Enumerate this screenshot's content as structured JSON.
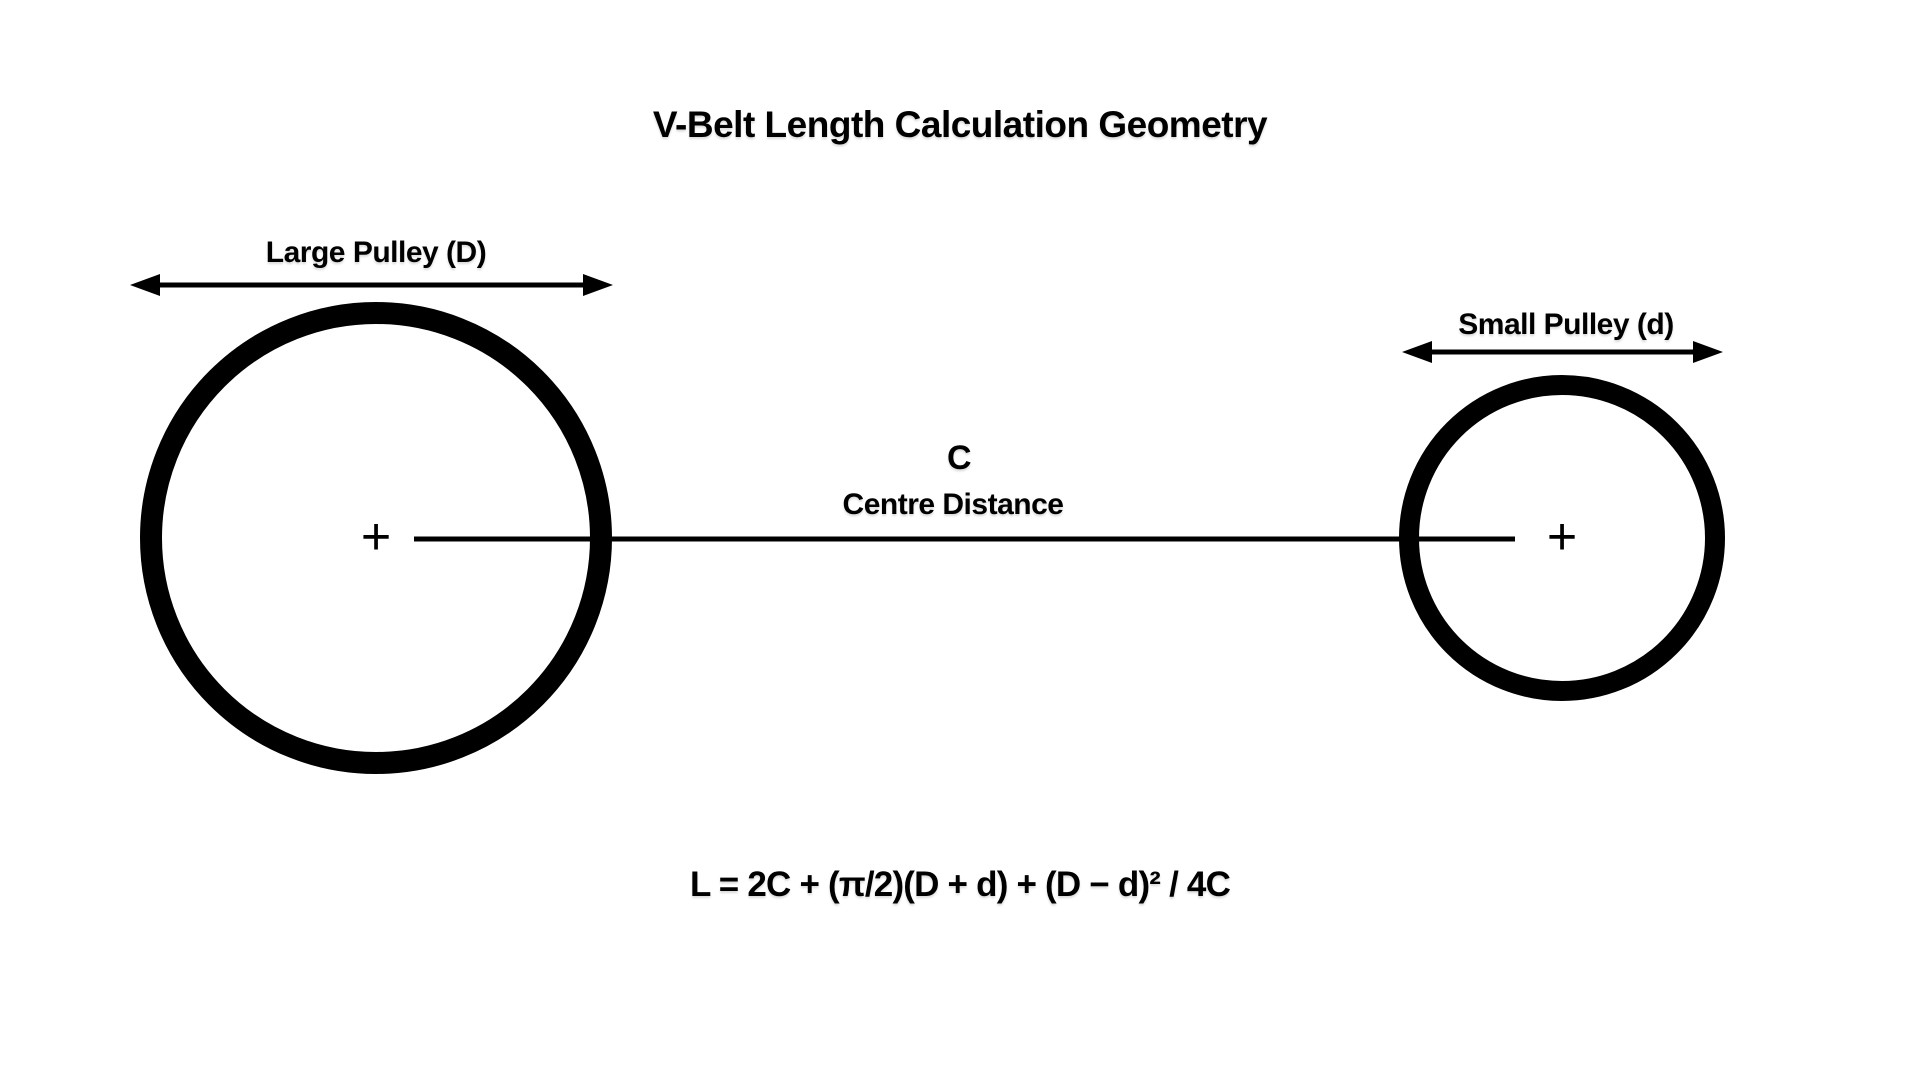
{
  "page": {
    "title": "V-Belt Length Calculation Geometry",
    "background": "#ffffff",
    "ink": "#000000"
  },
  "diagram": {
    "large_pulley": {
      "label": "Large Pulley (D)",
      "center_marker": "+"
    },
    "small_pulley": {
      "label": "Small Pulley (d)",
      "center_marker": "+"
    },
    "centre_distance": {
      "symbol": "C",
      "label": "Centre Distance"
    },
    "formula": "L = 2C + (π/2)(D + d) + (D − d)² / 4C"
  }
}
